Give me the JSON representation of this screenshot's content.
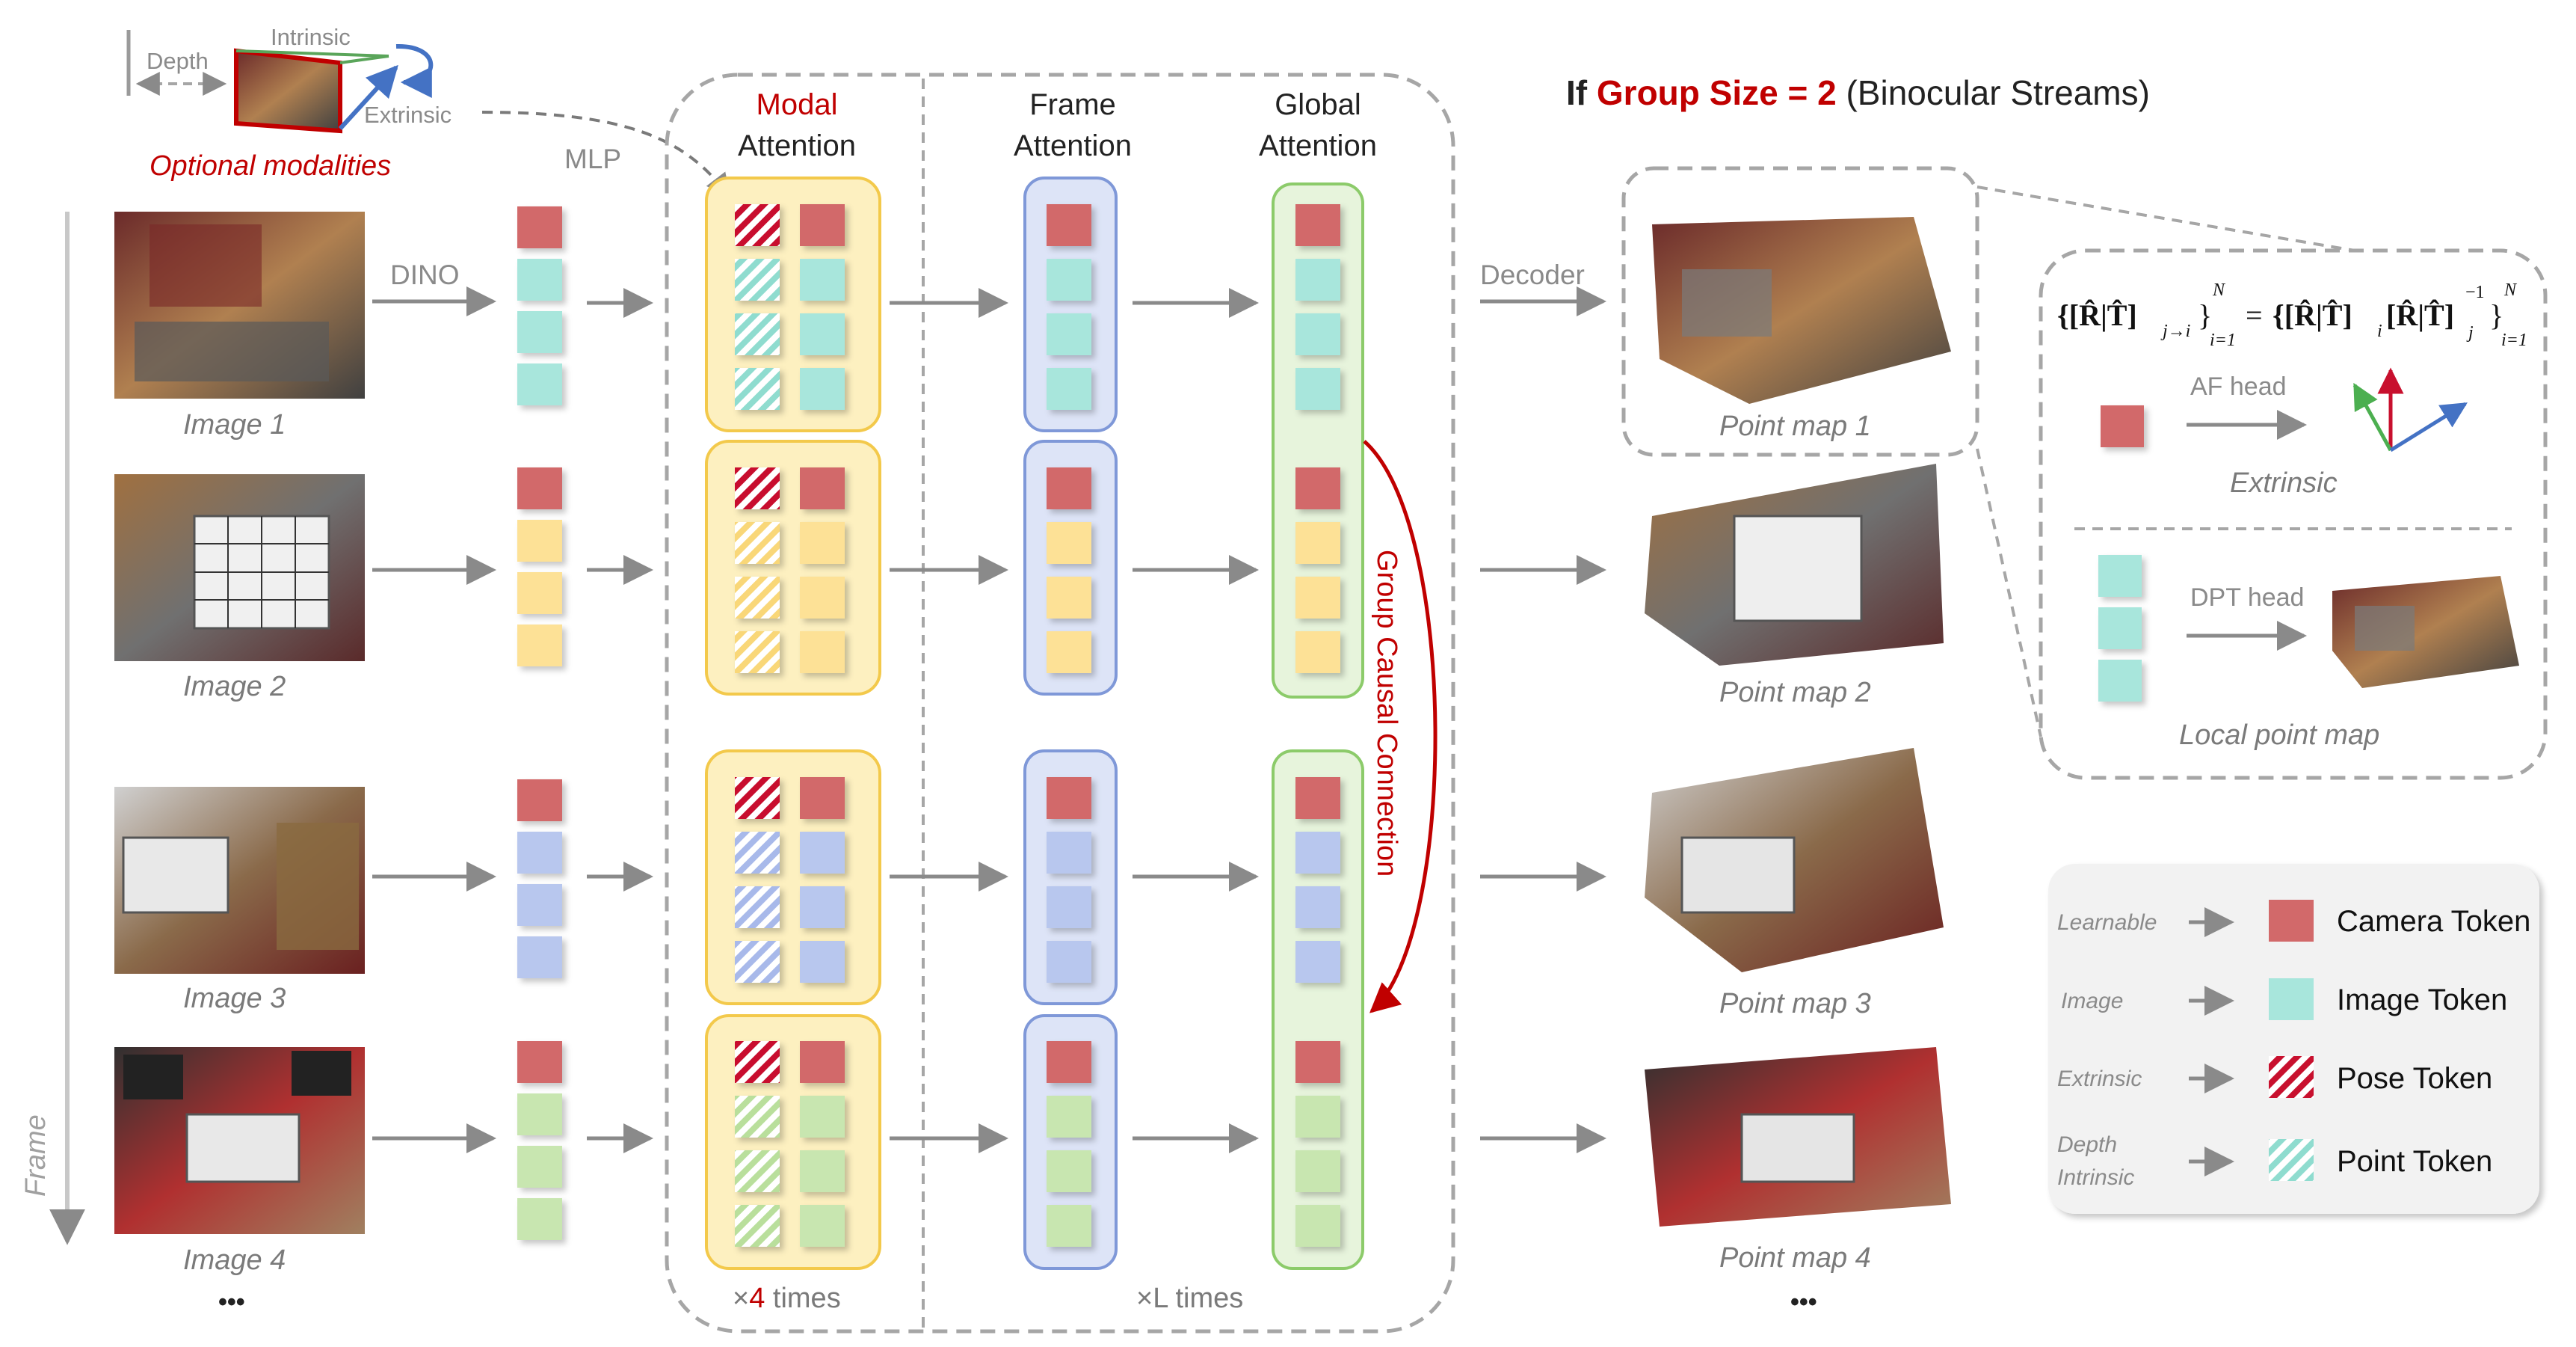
{
  "header": {
    "title_prefix": "If",
    "title_highlight": "Group Size = 2",
    "title_suffix": "(Binocular Streams)"
  },
  "modalities": {
    "depth": "Depth",
    "intrinsic": "Intrinsic",
    "extrinsic": "Extrinsic",
    "caption": "Optional modalities"
  },
  "labels": {
    "mlp": "MLP",
    "dino": "DINO",
    "decoder": "Decoder",
    "frame_axis": "Frame",
    "ellipsis": "•••",
    "group_causal": "Group Causal Connection"
  },
  "columns": {
    "modal_l1": "Modal",
    "modal_l2": "Attention",
    "frame_l1": "Frame",
    "frame_l2": "Attention",
    "global_l1": "Global",
    "global_l2": "Attention",
    "times4_prefix": "×",
    "times4_num": "4",
    "times4_suffix": " times",
    "timesL": "×L times"
  },
  "images": [
    "Image 1",
    "Image 2",
    "Image 3",
    "Image 4"
  ],
  "point_maps": [
    "Point map 1",
    "Point map 2",
    "Point map 3",
    "Point map 4"
  ],
  "detail": {
    "formula_lhs": "{[R̂|T̂]",
    "formula_lhs_sub": "j→i",
    "formula_lhs_close": "}",
    "formula_N": "N",
    "formula_i1": "i=1",
    "formula_eq": "=",
    "formula_rhs": "{[R̂|T̂]",
    "formula_rhs_i": "i",
    "formula_rhs_mid": "[R̂|T̂]",
    "formula_rhs_j": "j",
    "formula_inv": "−1",
    "formula_rhs_close": "}",
    "af_head": "AF head",
    "extrinsic": "Extrinsic",
    "dpt_head": "DPT head",
    "local_point_map": "Local point map"
  },
  "legend": [
    {
      "source": "Learnable",
      "token": "Camera Token"
    },
    {
      "source": "Image",
      "token": "Image Token"
    },
    {
      "source": "Extrinsic",
      "token": "Pose Token"
    },
    {
      "source_l1": "Depth",
      "source_l2": "Intrinsic",
      "token": "Point Token"
    }
  ],
  "colors": {
    "camera": "#d2696a",
    "image_teal": "#a8e6dc",
    "image_yellow": "#fde196",
    "image_blue": "#b8c7ee",
    "image_green": "#c8e6b0",
    "pose_red": "#c8102e",
    "accent_red": "#c00000",
    "modal_fill": "#fdf0c0",
    "modal_stroke": "#f3c94b",
    "frame_fill": "#dde4f7",
    "frame_stroke": "#7f98d8",
    "global_fill": "#e7f4dc",
    "global_stroke": "#8ccb6a",
    "arrow_gray": "#8a8a8a",
    "dashed_gray": "#a6a6a6"
  }
}
